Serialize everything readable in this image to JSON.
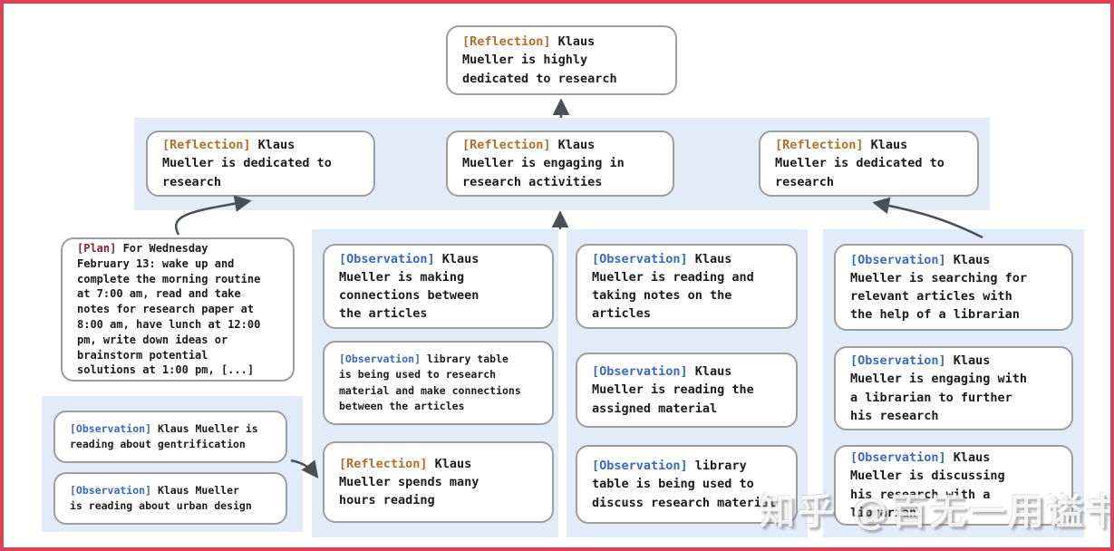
{
  "watermark": {
    "text": "知乎 @百无一用谥书生"
  },
  "colors": {
    "frame_border": "#dc4453",
    "band_background": "#e2ecf9",
    "box_border": "#9e9e9e",
    "reflection_tag": "#b3702c",
    "observation_tag": "#3b67c5",
    "plan_tag": "#8e1f1f",
    "body_text": "#1b1b1b",
    "arrow": "#4a5056"
  },
  "nodes": {
    "root": {
      "tag": "[Reflection]",
      "text": " Klaus\nMueller is highly\ndedicated to research"
    },
    "refl_left": {
      "tag": "[Reflection]",
      "text": " Klaus\nMueller is dedicated to\nresearch"
    },
    "refl_mid": {
      "tag": "[Reflection]",
      "text": " Klaus\nMueller is engaging in\nresearch activities"
    },
    "refl_right": {
      "tag": "[Reflection]",
      "text": " Klaus\nMueller is dedicated to\nresearch"
    },
    "plan": {
      "tag": "[Plan]",
      "text": " For Wednesday\nFebruary 13: wake up and\ncomplete the morning routine\nat 7:00 am, read and take\nnotes for research paper at\n8:00 am, have lunch at 12:00\npm, write down ideas or\nbrainstorm potential\nsolutions at 1:00 pm, [...]"
    },
    "obs_gentrification": {
      "tag": "[Observation]",
      "text": " Klaus Mueller is\nreading about gentrification"
    },
    "obs_urban": {
      "tag": "[Observation]",
      "text": " Klaus Mueller\nis reading about urban design"
    },
    "obs_connections": {
      "tag": "[Observation]",
      "text": " Klaus\nMueller is making\nconnections between\nthe articles"
    },
    "obs_libtable_research": {
      "tag": "[Observation]",
      "text": " library table\nis being used to research\nmaterial and make connections\nbetween the articles"
    },
    "refl_hours": {
      "tag": "[Reflection]",
      "text": " Klaus\nMueller spends many\nhours reading"
    },
    "obs_notes": {
      "tag": "[Observation]",
      "text": " Klaus\nMueller is reading and\ntaking notes on the\narticles"
    },
    "obs_assigned": {
      "tag": "[Observation]",
      "text": " Klaus\nMueller is reading the\nassigned material"
    },
    "obs_libtable_discuss": {
      "tag": "[Observation]",
      "text": " library\ntable is being used to\ndiscuss research material"
    },
    "obs_searching": {
      "tag": "[Observation]",
      "text": " Klaus\nMueller is searching for\nrelevant articles with\nthe help of a librarian"
    },
    "obs_engaging": {
      "tag": "[Observation]",
      "text": " Klaus\nMueller is engaging with\na librarian to further\nhis research"
    },
    "obs_discussing": {
      "tag": "[Observation]",
      "text": " Klaus\nMueller is discussing\nhis research with a\nlibrarian"
    }
  }
}
